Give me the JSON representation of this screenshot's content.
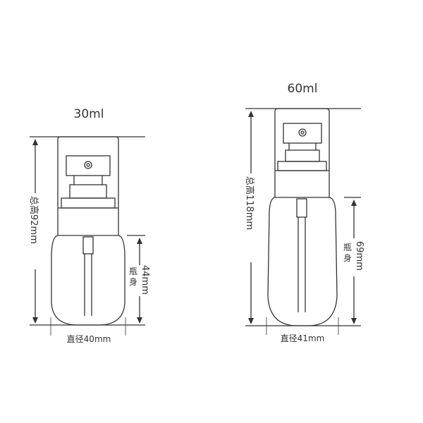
{
  "bottles": [
    {
      "capacity": "30ml",
      "total_height_label": "总高92mm",
      "body_label_cn": "瓶身",
      "body_height": "44mm",
      "diameter_label": "直径40mm"
    },
    {
      "capacity": "60ml",
      "total_height_label": "总高118mm",
      "body_label_cn": "瓶身",
      "body_height": "69mm",
      "diameter_label": "直径41mm"
    }
  ],
  "colors": {
    "line": "#333333",
    "text": "#333333",
    "background": "#ffffff"
  }
}
